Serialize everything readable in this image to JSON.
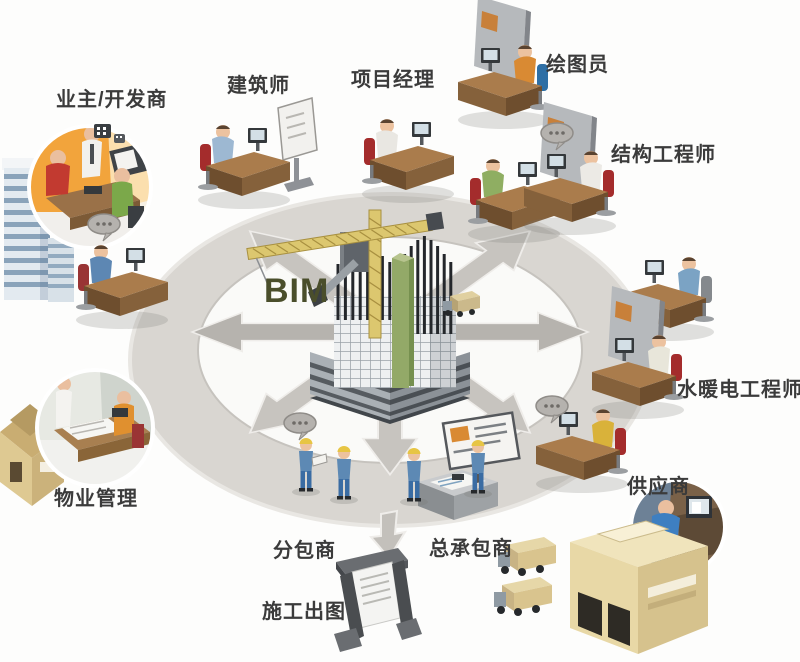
{
  "diagram": {
    "center_label": "BIM",
    "colors": {
      "bim_text": "#4a4e2b",
      "ring": "#d9d6d1",
      "arrow": "#c7c4bf",
      "label_text": "#3b3b3b",
      "crane_yellow": "#dcc76f",
      "core_green": "#93a968",
      "inset_orange": "#f2a43c",
      "warehouse_tan": "#e8d8a6"
    }
  },
  "roles": [
    {
      "id": "owner-developer",
      "label": "业主/开发商"
    },
    {
      "id": "architect",
      "label": "建筑师"
    },
    {
      "id": "project-manager",
      "label": "项目经理"
    },
    {
      "id": "draftsman",
      "label": "绘图员"
    },
    {
      "id": "structural-engineer",
      "label": "结构工程师"
    },
    {
      "id": "mep-engineer",
      "label": "水暖电工程师"
    },
    {
      "id": "supplier",
      "label": "供应商"
    },
    {
      "id": "general-contractor",
      "label": "总承包商"
    },
    {
      "id": "subcontractor",
      "label": "分包商"
    },
    {
      "id": "construction-drawings",
      "label": "施工出图"
    },
    {
      "id": "property-management",
      "label": "物业管理"
    }
  ]
}
